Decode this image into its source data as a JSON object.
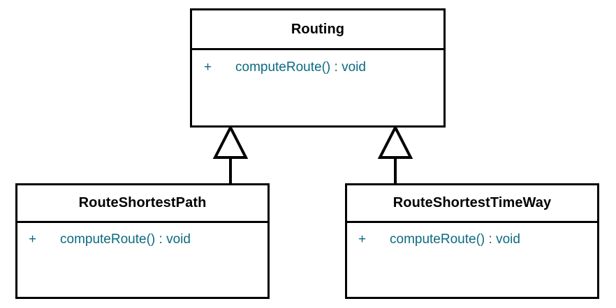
{
  "diagram": {
    "type": "uml-class-diagram",
    "background_color": "#ffffff",
    "border_color": "#000000",
    "member_text_color": "#0b6a80",
    "title_text_color": "#000000",
    "classes": [
      {
        "id": "routing",
        "name": "Routing",
        "members": [
          {
            "visibility": "+",
            "signature": "computeRoute() : void"
          }
        ]
      },
      {
        "id": "route-shortest-path",
        "name": "RouteShortestPath",
        "members": [
          {
            "visibility": "+",
            "signature": "computeRoute() : void"
          }
        ]
      },
      {
        "id": "route-shortest-time-way",
        "name": "RouteShortestTimeWay",
        "members": [
          {
            "visibility": "+",
            "signature": "computeRoute() : void"
          }
        ]
      }
    ],
    "relationships": [
      {
        "kind": "generalization",
        "from": "route-shortest-path",
        "to": "routing",
        "arrowhead": "hollow-triangle"
      },
      {
        "kind": "generalization",
        "from": "route-shortest-time-way",
        "to": "routing",
        "arrowhead": "hollow-triangle"
      }
    ]
  }
}
